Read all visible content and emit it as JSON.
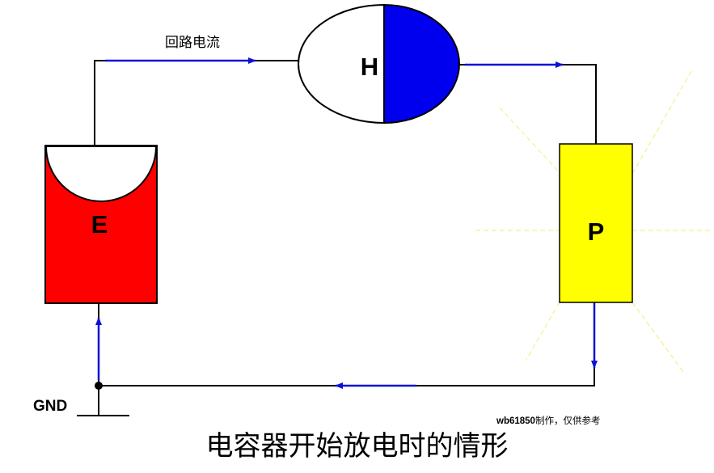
{
  "labels": {
    "current_label": "回路电流",
    "h_label": "H",
    "e_label": "E",
    "p_label": "P",
    "gnd_label": "GND",
    "author_id": "wb61850",
    "author_note": "制作，仅供参考",
    "caption": "电容器开始放电时的情形"
  },
  "colors": {
    "wire": "#000000",
    "arrow": "#0b12d6",
    "e_fill": "#ff0000",
    "h_fill": "#0000ee",
    "p_fill": "#ffff00",
    "glow": "#f4f08a"
  }
}
